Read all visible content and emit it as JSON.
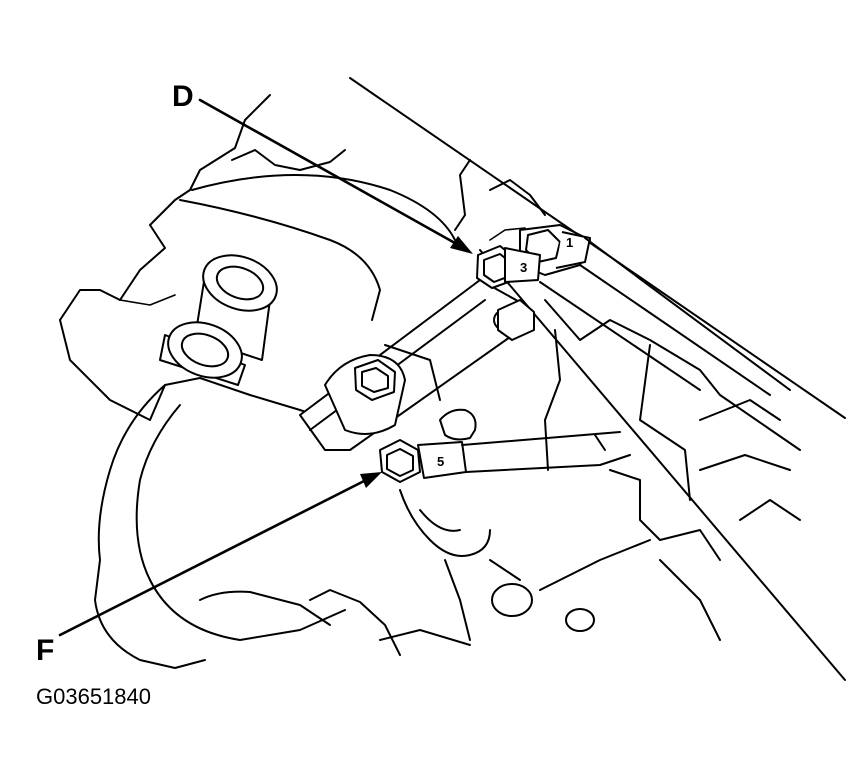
{
  "callouts": {
    "d": "D",
    "f": "F"
  },
  "hose_tags": {
    "tag_1": "1",
    "tag_3": "3",
    "tag_5": "5"
  },
  "figure_code": "G03651840",
  "colors": {
    "ink": "#000000",
    "paper": "#ffffff"
  }
}
